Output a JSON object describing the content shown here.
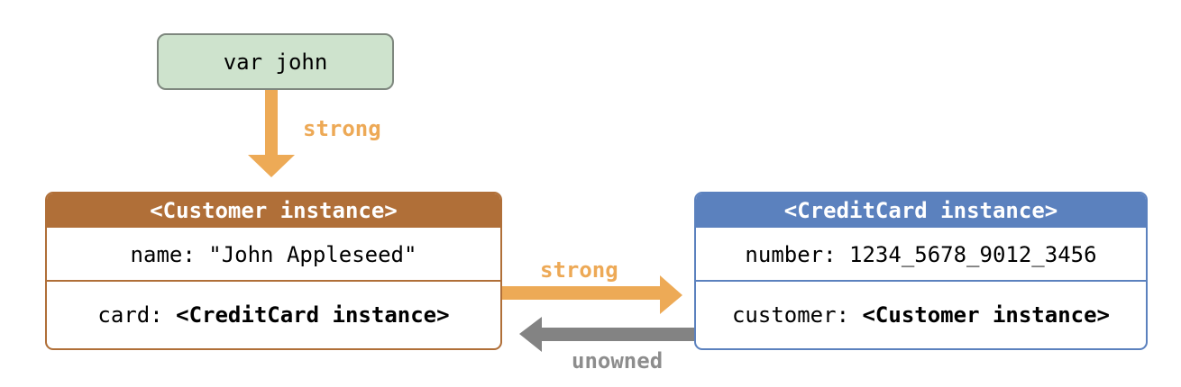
{
  "colors": {
    "strong_reference": "#edaa56",
    "unowned_reference": "#838383",
    "customer_accent": "#b06f38",
    "creditcard_accent": "#5b81be",
    "variable_fill": "#cee3cd",
    "variable_border": "#7e877e",
    "unowned_label_gray": "#8d8d8d"
  },
  "variable_box": {
    "label": "var john"
  },
  "customer_box": {
    "header": "<Customer instance>",
    "rows": [
      {
        "prefix": "name: ",
        "value": "\"John Appleseed\""
      },
      {
        "prefix": "card: ",
        "value": "<CreditCard instance>"
      }
    ]
  },
  "creditcard_box": {
    "header": "<CreditCard instance>",
    "rows": [
      {
        "prefix": "number: ",
        "value": "1234_5678_9012_3456"
      },
      {
        "prefix": "customer: ",
        "value": "<Customer instance>"
      }
    ]
  },
  "arrows": {
    "var_to_customer": {
      "label": "strong"
    },
    "customer_to_card": {
      "label": "strong"
    },
    "card_to_customer": {
      "label": "unowned"
    }
  }
}
